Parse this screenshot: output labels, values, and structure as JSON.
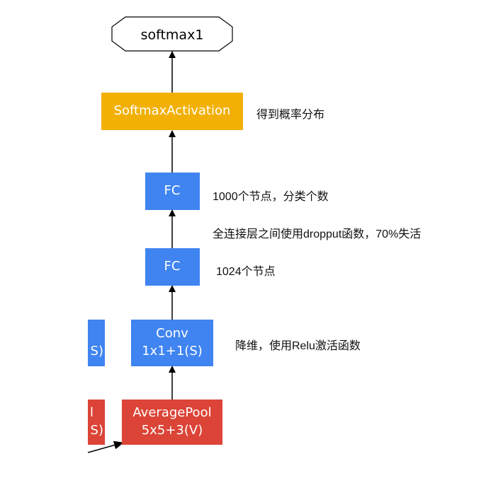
{
  "colors": {
    "softmax_activation": "#F2B005",
    "fc": "#3F84F0",
    "conv": "#3F84F0",
    "pool": "#DB4437",
    "arrow": "#000000"
  },
  "nodes": {
    "output": {
      "label": "softmax1"
    },
    "softmax_activation": {
      "label": "SoftmaxActivation"
    },
    "fc_top": {
      "label": "FC"
    },
    "fc_bottom": {
      "label": "FC"
    },
    "conv": {
      "line1": "Conv",
      "line2": "1x1+1(S)"
    },
    "avgpool": {
      "line1": "AveragePool",
      "line2": "5x5+3(V)"
    },
    "left_blue_partial": {
      "line2": "S)"
    },
    "left_red_partial": {
      "line1": "l",
      "line2": "S)"
    }
  },
  "annotations": {
    "softmax_note": "得到概率分布",
    "fc_top_note": "1000个节点，分类个数",
    "dropout_note": "全连接层之间使用dropput函数，70%失活",
    "fc_bottom_note": "1024个节点",
    "conv_note": "降维，使用Relu激活函数"
  }
}
